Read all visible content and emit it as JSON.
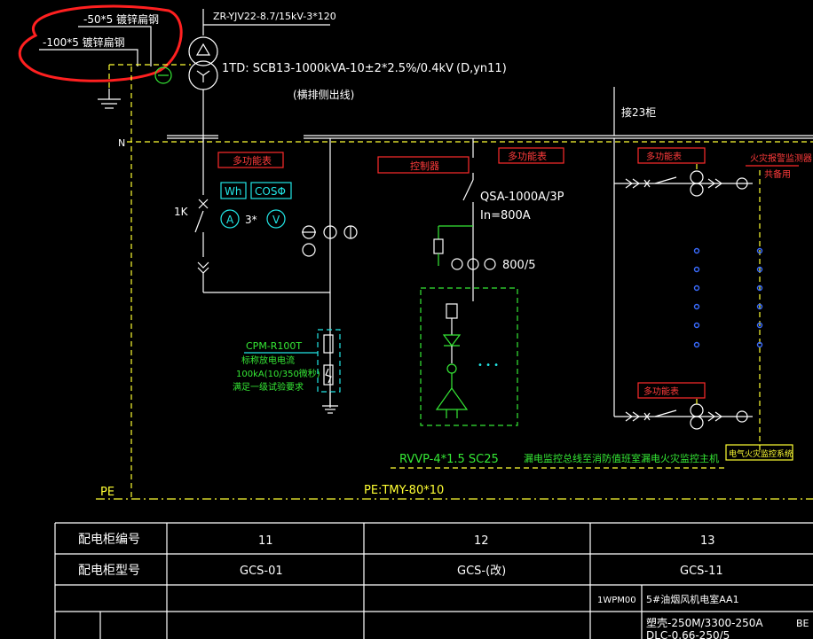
{
  "notes": {
    "ground_flat_steel_50": "-50*5 镀锌扁钢",
    "ground_flat_steel_100": "-100*5 镀锌扁钢"
  },
  "transformer": {
    "cable": "ZR-YJV22-8.7/15kV-3*120",
    "spec": "1TD: SCB13-1000kVA-10±2*2.5%/0.4kV",
    "vector_group": "(D,yn11)",
    "bus_note": "(横排侧出线)"
  },
  "labels": {
    "neutral": "N",
    "cabinet23": "接23柜",
    "pe": "PE",
    "pe_bus": "PE:TMY-80*10",
    "sensor_wire": "RVVP-4*1.5  SC25",
    "sensor_wire_note": "漏电监控总线至消防值班室漏电火灾监控主机"
  },
  "incoming": {
    "meter_box": "多功能表",
    "wh": "Wh",
    "cos": "COSΦ",
    "ammeter": "A",
    "voltmeter": "V",
    "times3": "3*",
    "breaker": "1K"
  },
  "spd": {
    "model": "CPM-R100T",
    "line2": "标称放电电流",
    "line3": "100kA(10/350微秒)",
    "line4": "满足一级试验要求"
  },
  "capacitor": {
    "controller": "控制器",
    "meter_box": "多功能表",
    "breaker": "QSA-1000A/3P",
    "rating": "In=800A",
    "ct": "800/5",
    "ellipsis": "• • •"
  },
  "feeder": {
    "meter_top": "多功能表",
    "meter_bottom": "多功能表",
    "fire_alarm": "火灾报警监测器",
    "fire_alarm_sub": "共备用",
    "monitor": "电气火灾监控系统"
  },
  "table": {
    "row1_header": "配电柜编号",
    "row2_header": "配电柜型号",
    "cabinet_numbers": [
      "11",
      "12",
      "13"
    ],
    "cabinet_models": [
      "GCS-01",
      "GCS-(改)",
      "GCS-11"
    ],
    "circuit_id": "1WPM00",
    "circuit_name": "5#油烟风机电室AA1",
    "breaker_spec": "塑壳-250M/3300-250A",
    "cut_spec": "DLC-0.66-250/5",
    "edge": "BE"
  },
  "annotation": {
    "color": "#ff2020"
  }
}
